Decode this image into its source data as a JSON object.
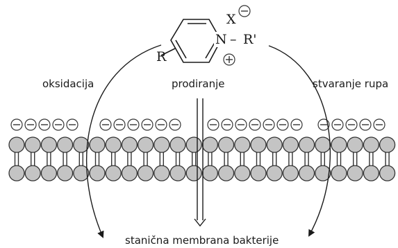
{
  "labels": {
    "oxidation": "oksidacija",
    "penetration": "prodiranje",
    "pore_formation": "stvaranje rupa",
    "membrane": "stanična membrana bakterije"
  },
  "molecule": {
    "counter_ion": "X",
    "nitrogen": "N",
    "bond_dash": "–",
    "n_substituent": "R'",
    "ring_substituent": "R",
    "counter_ion_charge": "negative",
    "nitrogen_charge": "positive"
  },
  "membrane_surface": {
    "charge": "negative",
    "groups": [
      5,
      6,
      7,
      5
    ]
  },
  "colors": {
    "lipid_head": "#c4c4c4",
    "line": "#333333"
  }
}
